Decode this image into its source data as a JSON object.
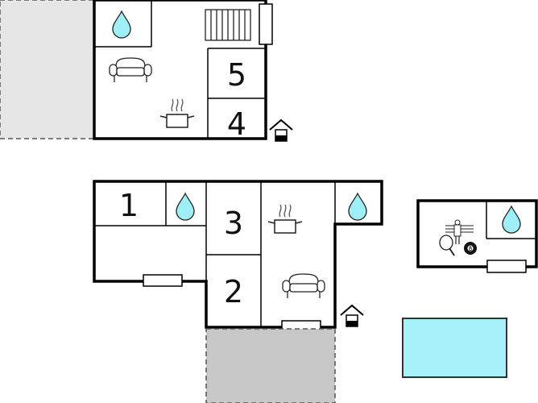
{
  "rooms": {
    "r1": "1",
    "r2": "2",
    "r3": "3",
    "r4": "4",
    "r5": "5"
  },
  "icons": [
    "water-drop-icon",
    "sofa-icon",
    "cooking-pot-icon",
    "stairs-icon",
    "house-entrance-icon",
    "table-tennis-icon",
    "foosball-icon",
    "billiard-ball-icon"
  ],
  "colors": {
    "water": "#9ff0f6",
    "terrace_light": "#e6e6e6",
    "terrace_dark": "#c8c8c8",
    "pool": "#a6f2f8",
    "pool_border": "#333333",
    "wall": "#000000"
  }
}
